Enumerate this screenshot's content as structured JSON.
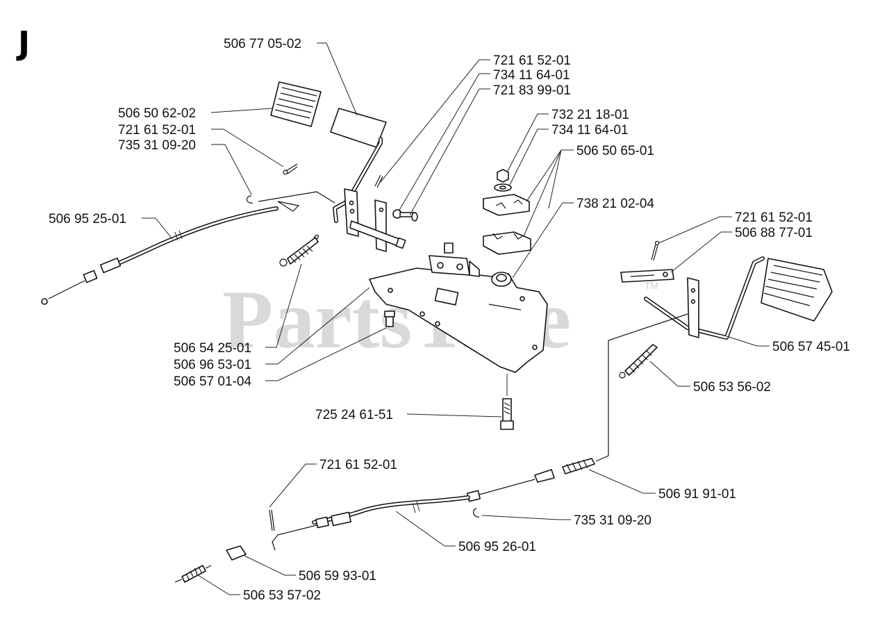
{
  "diagram": {
    "section_letter": "J",
    "watermark": "PartsTree",
    "trademark": "TM",
    "callouts": [
      "506 77 05-02",
      "721 61 52-01",
      "734 11 64-01",
      "721 83 99-01",
      "506 50 62-02",
      "721 61 52-01",
      "735 31 09-20",
      "732 21 18-01",
      "734 11 64-01",
      "506 50 65-01",
      "738 21 02-04",
      "506 95 25-01",
      "721 61 52-01",
      "506 88 77-01",
      "506 57 45-01",
      "506 54 25-01",
      "506 96 53-01",
      "506 57 01-04",
      "506 53 56-02",
      "725 24 61-51",
      "721 61 52-01",
      "506 91 91-01",
      "735 31 09-20",
      "506 95 26-01",
      "506 59 93-01",
      "506 53 57-02"
    ]
  }
}
